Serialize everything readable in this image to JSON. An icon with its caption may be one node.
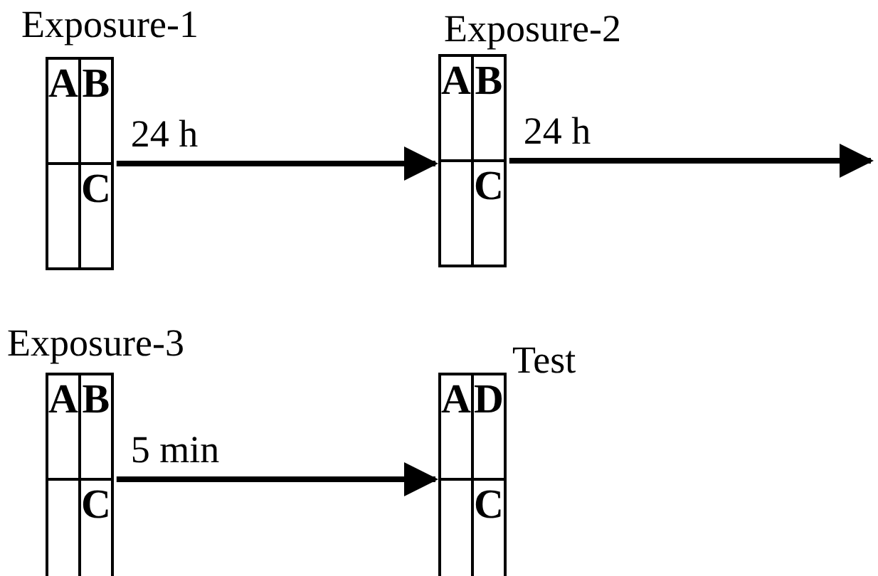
{
  "diagram": {
    "nodes": [
      {
        "text": [
          "Exposure-1",
          "A",
          "B",
          "C"
        ]
      },
      {
        "text": [
          "Exposure-2",
          "A",
          "B",
          "C"
        ]
      },
      {
        "text": [
          "Exposure-3",
          "A",
          "B",
          "C"
        ]
      },
      {
        "text": [
          "Test",
          "A",
          "D",
          "C"
        ]
      }
    ],
    "edges": [
      {
        "from": 0,
        "to": 1,
        "arrow": "to",
        "label": "24 h"
      },
      {
        "from": 1,
        "to": null,
        "arrow": "to",
        "label": "24 h"
      },
      {
        "from": 2,
        "to": 3,
        "arrow": "to",
        "label": "5 min"
      }
    ]
  }
}
